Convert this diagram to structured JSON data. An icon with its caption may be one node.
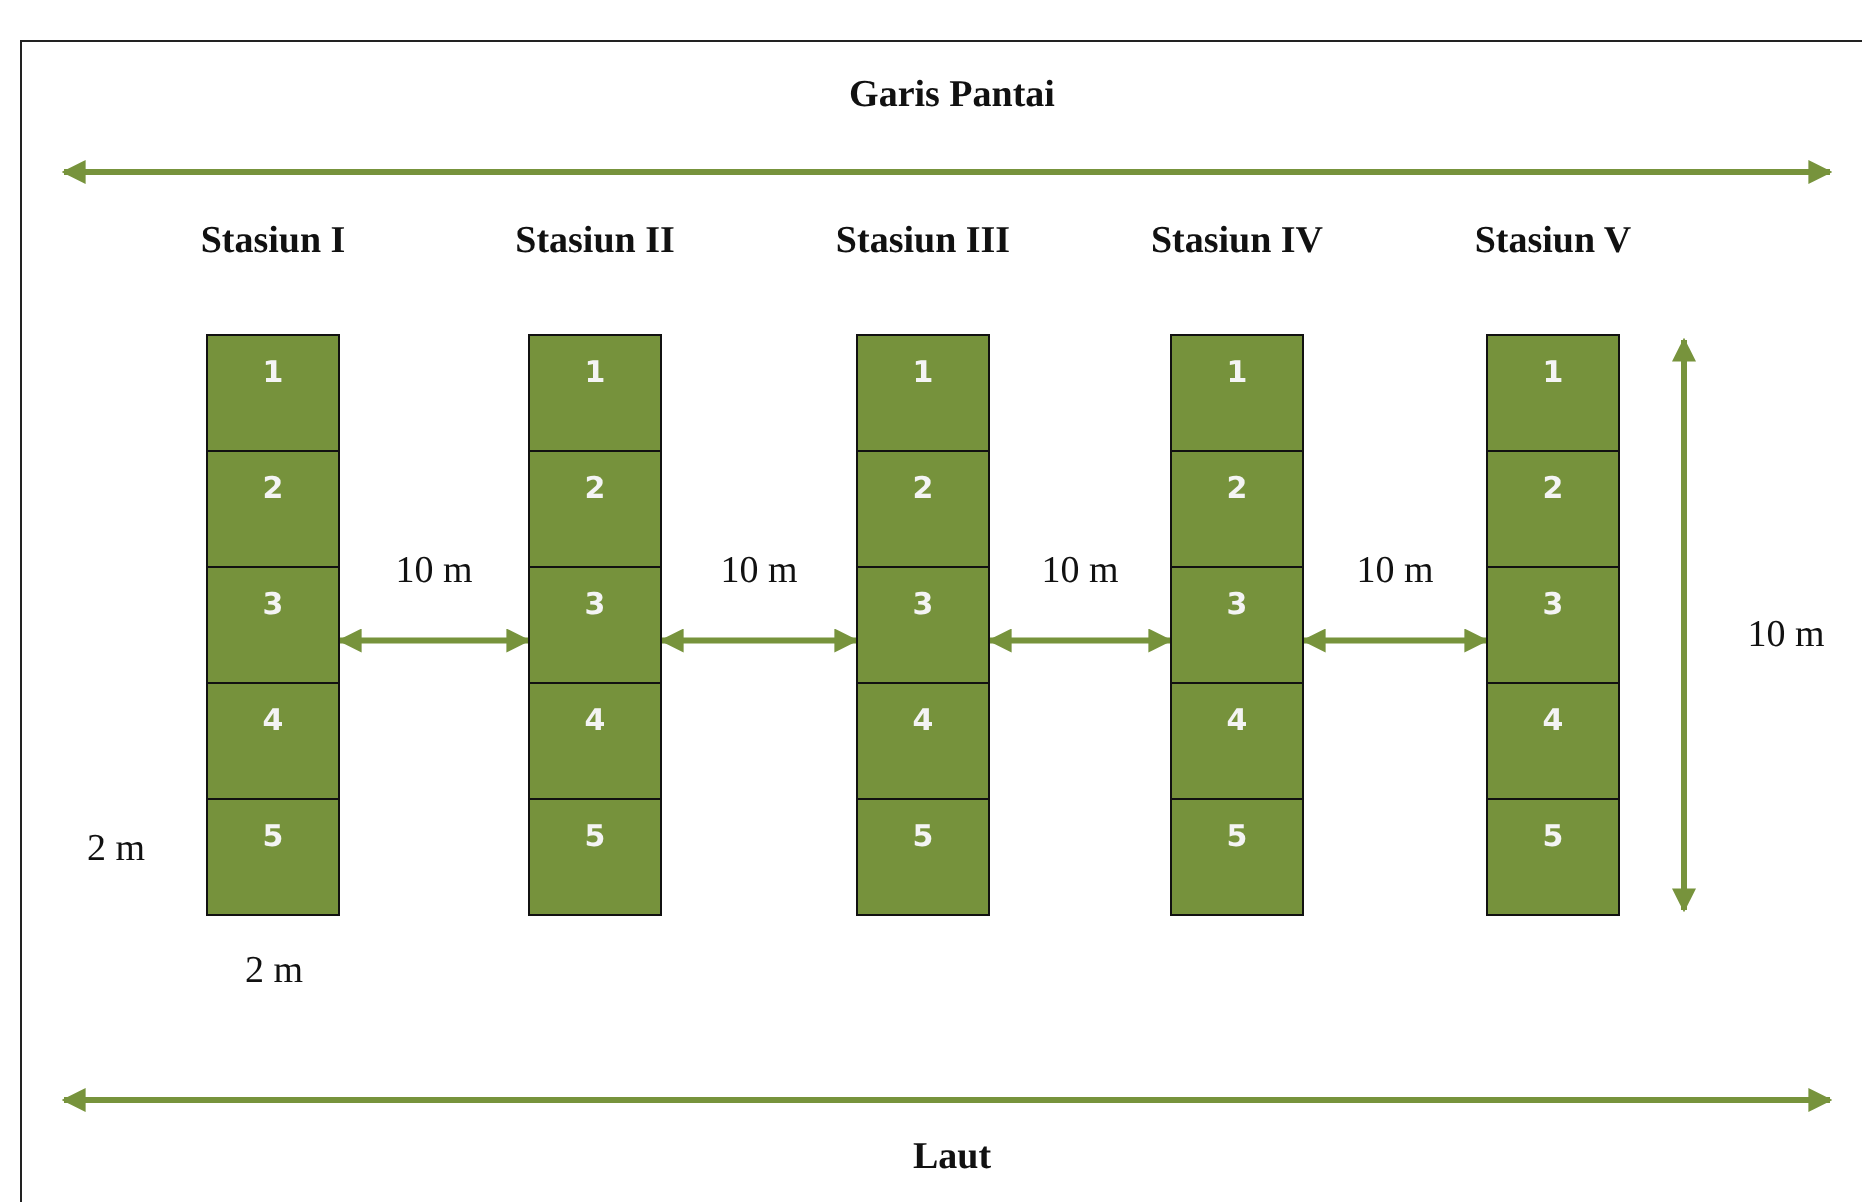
{
  "diagram": {
    "nodes": [
      {
        "text": [
          "Stasiun I"
        ]
      },
      {
        "text": [
          "1"
        ],
        "in": 0
      },
      {
        "text": [
          "2"
        ],
        "in": 0
      },
      {
        "text": [
          "3"
        ],
        "in": 0
      },
      {
        "text": [
          "4"
        ],
        "in": 0
      },
      {
        "text": [
          "5"
        ],
        "in": 0
      },
      {
        "text": [
          "Stasiun II"
        ]
      },
      {
        "text": [
          "1"
        ],
        "in": 6
      },
      {
        "text": [
          "2"
        ],
        "in": 6
      },
      {
        "text": [
          "3"
        ],
        "in": 6
      },
      {
        "text": [
          "4"
        ],
        "in": 6
      },
      {
        "text": [
          "5"
        ],
        "in": 6
      },
      {
        "text": [
          "Stasiun III"
        ]
      },
      {
        "text": [
          "1"
        ],
        "in": 12
      },
      {
        "text": [
          "2"
        ],
        "in": 12
      },
      {
        "text": [
          "3"
        ],
        "in": 12
      },
      {
        "text": [
          "4"
        ],
        "in": 12
      },
      {
        "text": [
          "5"
        ],
        "in": 12
      },
      {
        "text": [
          "Stasiun IV"
        ]
      },
      {
        "text": [
          "1"
        ],
        "in": 18
      },
      {
        "text": [
          "2"
        ],
        "in": 18
      },
      {
        "text": [
          "3"
        ],
        "in": 18
      },
      {
        "text": [
          "4"
        ],
        "in": 18
      },
      {
        "text": [
          "5"
        ],
        "in": 18
      },
      {
        "text": [
          "Stasiun V"
        ]
      },
      {
        "text": [
          "1"
        ],
        "in": 24
      },
      {
        "text": [
          "2"
        ],
        "in": 24
      },
      {
        "text": [
          "3"
        ],
        "in": 24
      },
      {
        "text": [
          "4"
        ],
        "in": 24
      },
      {
        "text": [
          "5"
        ],
        "in": 24
      }
    ],
    "edges": [
      {
        "from": 3,
        "to": 9,
        "arrow": "both",
        "label": "10 m"
      },
      {
        "from": 9,
        "to": 15,
        "arrow": "both",
        "label": "10 m"
      },
      {
        "from": 15,
        "to": 21,
        "arrow": "both",
        "label": "10 m"
      },
      {
        "from": 21,
        "to": 27,
        "arrow": "both",
        "label": "10 m"
      }
    ],
    "labels": [
      "Garis Pantai",
      "10 m",
      "2 m",
      "2 m",
      "Laut"
    ]
  }
}
